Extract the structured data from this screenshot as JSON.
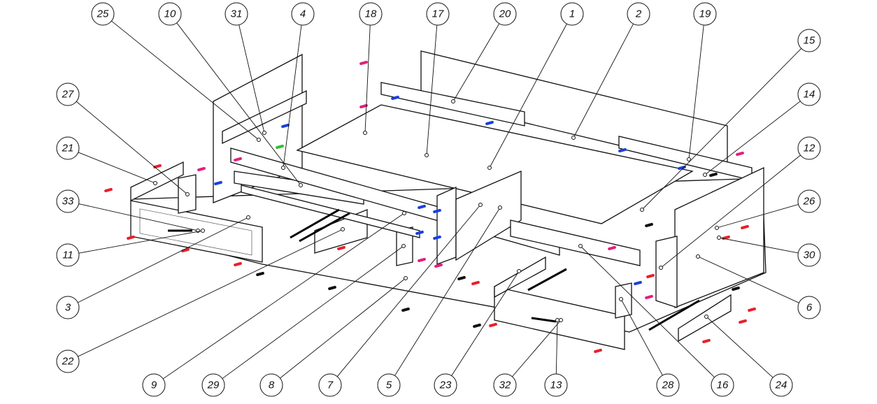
{
  "diagram": {
    "type": "exploded assembly drawing",
    "callouts": [
      {
        "label": "25"
      },
      {
        "label": "10"
      },
      {
        "label": "31"
      },
      {
        "label": "4"
      },
      {
        "label": "18"
      },
      {
        "label": "17"
      },
      {
        "label": "20"
      },
      {
        "label": "1"
      },
      {
        "label": "2"
      },
      {
        "label": "19"
      },
      {
        "label": "15"
      },
      {
        "label": "14"
      },
      {
        "label": "12"
      },
      {
        "label": "26"
      },
      {
        "label": "30"
      },
      {
        "label": "6"
      },
      {
        "label": "27"
      },
      {
        "label": "21"
      },
      {
        "label": "33"
      },
      {
        "label": "11"
      },
      {
        "label": "3"
      },
      {
        "label": "22"
      },
      {
        "label": "9"
      },
      {
        "label": "29"
      },
      {
        "label": "8"
      },
      {
        "label": "7"
      },
      {
        "label": "5"
      },
      {
        "label": "23"
      },
      {
        "label": "32"
      },
      {
        "label": "13"
      },
      {
        "label": "28"
      },
      {
        "label": "16"
      },
      {
        "label": "24"
      }
    ],
    "colors": {
      "fastener_red": "#e8202a",
      "fastener_magenta": "#e0207a",
      "fastener_blue": "#1a3fe0",
      "fastener_green": "#30c030",
      "fastener_black": "#111111"
    }
  }
}
